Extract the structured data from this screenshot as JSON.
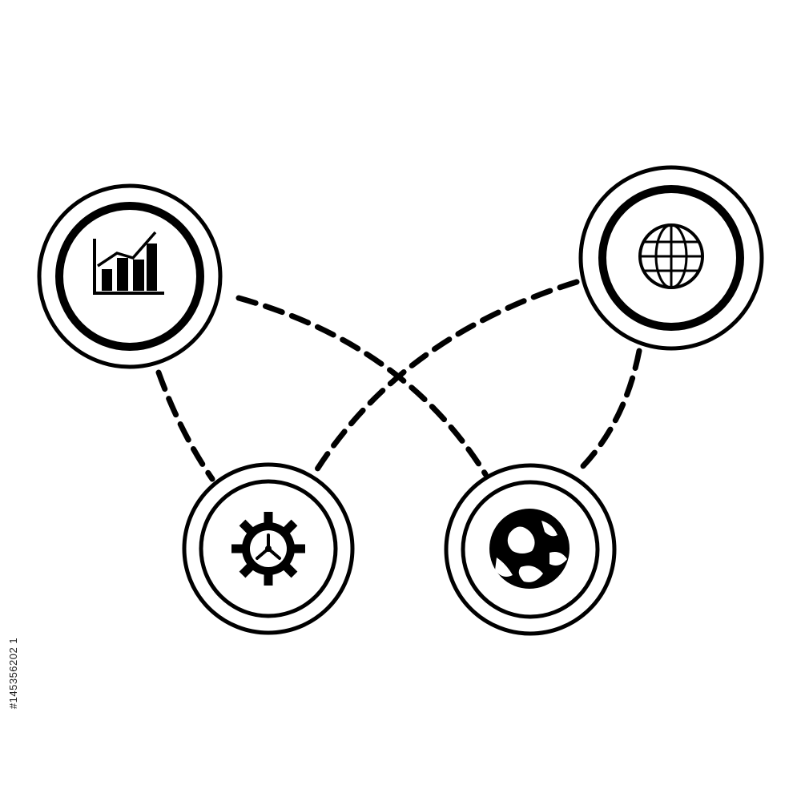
{
  "diagram": {
    "nodes": [
      {
        "id": "chart",
        "icon": "bar-chart-icon"
      },
      {
        "id": "web",
        "icon": "globe-grid-icon"
      },
      {
        "id": "settings",
        "icon": "gear-icon"
      },
      {
        "id": "earth",
        "icon": "earth-icon"
      }
    ],
    "connections": [
      {
        "from": "chart",
        "to": "settings",
        "style": "dashed"
      },
      {
        "from": "chart",
        "to": "earth",
        "style": "dashed"
      },
      {
        "from": "web",
        "to": "settings",
        "style": "dashed"
      },
      {
        "from": "web",
        "to": "earth",
        "style": "dashed"
      }
    ],
    "colors": {
      "ink": "#000000",
      "background": "#ffffff"
    }
  },
  "stock_id": "#145356202 1"
}
